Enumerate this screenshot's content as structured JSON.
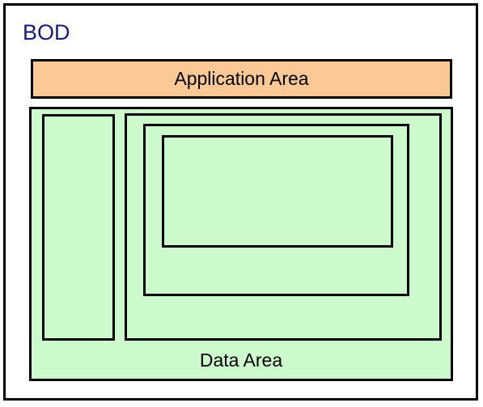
{
  "diagram": {
    "bod_label": "BOD",
    "application_area_label": "Application Area",
    "data_area_label": "Data Area"
  },
  "colors": {
    "application_area_fill": "#fbc896",
    "data_area_fill": "#ccfacc",
    "bod_text": "#1a1a7a",
    "border": "#000000"
  }
}
